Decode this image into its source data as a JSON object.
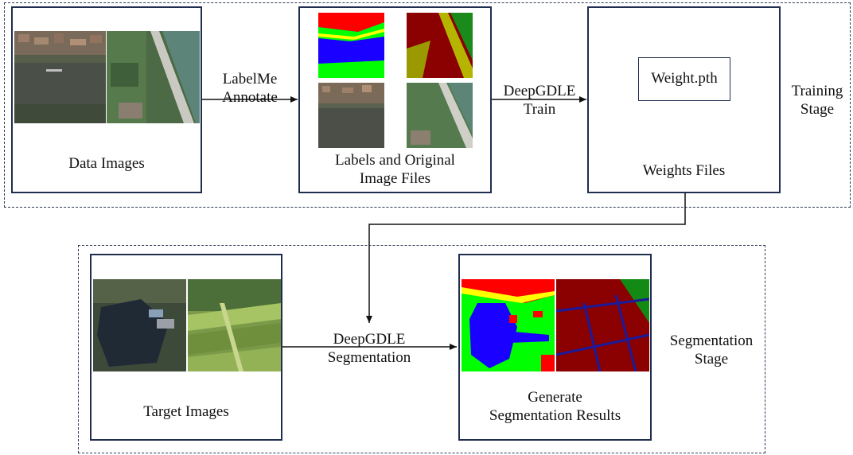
{
  "training_stage": {
    "label_line1": "Training",
    "label_line2": "Stage"
  },
  "segmentation_stage": {
    "label_line1": "Segmentation",
    "label_line2": "Stage"
  },
  "data_images": {
    "caption": "Data Images"
  },
  "labels_box": {
    "caption_line1": "Labels and Original",
    "caption_line2": "Image Files"
  },
  "weights_box": {
    "file": "Weight.pth",
    "caption": "Weights Files"
  },
  "target_images": {
    "caption": "Target Images"
  },
  "results_box": {
    "caption_line1": "Generate",
    "caption_line2": "Segmentation Results"
  },
  "arrows": {
    "annotate_line1": "LabelMe",
    "annotate_line2": "Annotate",
    "train_line1": "DeepGDLE",
    "train_line2": "Train",
    "segment_line1": "DeepGDLE",
    "segment_line2": "Segmentation"
  },
  "colors": {
    "outline": "#1f2d4f",
    "dashed": "#2f3b55",
    "seg_red": "#ff0000",
    "seg_green": "#00ff00",
    "seg_blue": "#1a00ff",
    "seg_yellow": "#ffff00",
    "seg_darkred": "#8b0000",
    "seg_darkgreen": "#138a13",
    "seg_navy": "#1a1a9a"
  }
}
